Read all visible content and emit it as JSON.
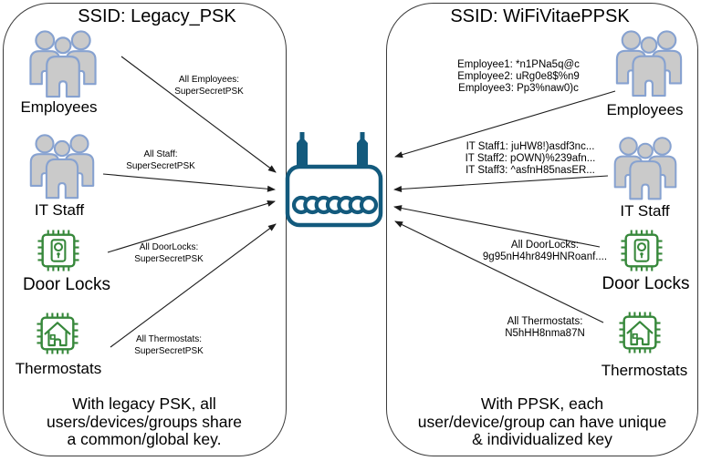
{
  "left_panel": {
    "title": "SSID: Legacy_PSK",
    "groups": [
      {
        "label": "Employees",
        "key_lines": [
          "All Employees:",
          "SuperSecretPSK"
        ]
      },
      {
        "label": "IT Staff",
        "key_lines": [
          "All Staff:",
          "SuperSecretPSK"
        ]
      },
      {
        "label": "Door Locks",
        "key_lines": [
          "All DoorLocks:",
          "SuperSecretPSK"
        ]
      },
      {
        "label": "Thermostats",
        "key_lines": [
          "All Thermostats:",
          "SuperSecretPSK"
        ]
      }
    ],
    "footer_lines": [
      "With legacy PSK, all",
      "users/devices/groups share",
      "a common/global key."
    ]
  },
  "right_panel": {
    "title": "SSID: WiFiVitaePPSK",
    "groups": [
      {
        "label": "Employees",
        "key_lines": [
          "Employee1: *n1PNa5q@c",
          "Employee2: uRg0e8$%n9",
          "Employee3: Pp3%naw0)c"
        ]
      },
      {
        "label": "IT Staff",
        "key_lines": [
          "IT Staff1: juHW8!)asdf3nc...",
          "IT Staff2: pOWN)%239afn...",
          "IT Staff3: ^asfnH85nasER..."
        ]
      },
      {
        "label": "Door Locks",
        "key_lines": [
          "All DoorLocks:",
          "9g95nH4hr849HNRoanf...."
        ]
      },
      {
        "label": "Thermostats",
        "key_lines": [
          "All Thermostats:",
          "N5hHH8nma87N"
        ]
      }
    ],
    "footer_lines": [
      "With PPSK, each",
      "user/device/group can have unique",
      "& individualized key"
    ]
  },
  "icons": {
    "employees": "users-group-icon",
    "it_staff": "users-group-icon",
    "door_locks": "door-lock-chip-icon",
    "thermostats": "thermostat-chip-icon",
    "center": "wireless-access-point-icon"
  },
  "colors": {
    "panel_border": "#3b3b3b",
    "arrow": "#1c1c1c",
    "users_fill": "#cacaca",
    "users_stroke": "#87a2d0",
    "iot_green": "#37883b",
    "router_teal": "#135a7d"
  }
}
